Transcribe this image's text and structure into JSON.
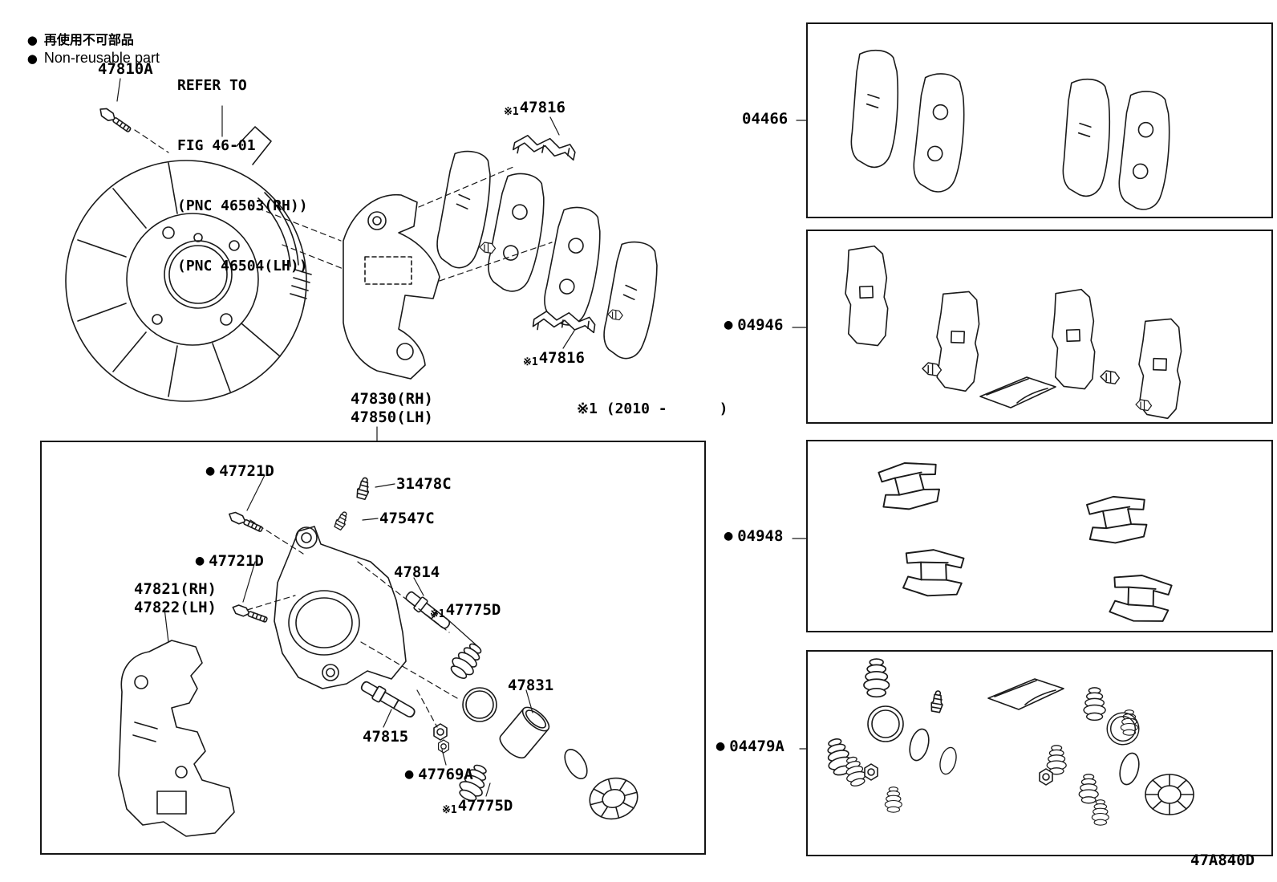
{
  "page": {
    "diagram_code": "47A840D",
    "bullet": "●",
    "note_prefix": "※1"
  },
  "legend": {
    "jp": "再使用不可部品",
    "en": "Non-reusable part"
  },
  "refer_note": {
    "line1": "REFER TO",
    "line2": "FIG 46-01",
    "line3": "(PNC 46503(RH))",
    "line4": "(PNC 46504(LH))"
  },
  "footnote": "※1 (2010 -      )",
  "main": {
    "dust_cover_bolt": "47810A",
    "clip_top": "47816",
    "clip_bottom": "47816",
    "caliper_assy_rh": "47830(RH)",
    "caliper_assy_lh": "47850(LH)",
    "bolt_upper": "47721D",
    "bleeder_plug": "31478C",
    "fitting": "47547C",
    "bolt_lower": "47721D",
    "mounting_rh": "47821(RH)",
    "mounting_lh": "47822(LH)",
    "slide_pin_upper": "47814",
    "boot_upper": "47775D",
    "piston": "47831",
    "slide_pin_lower": "47815",
    "ring": "47769A",
    "boot_lower": "47775D"
  },
  "kits": {
    "pad_kit": "04466",
    "shim_kit": "04946",
    "fitting_kit": "04948",
    "seal_kit": "04479A"
  }
}
